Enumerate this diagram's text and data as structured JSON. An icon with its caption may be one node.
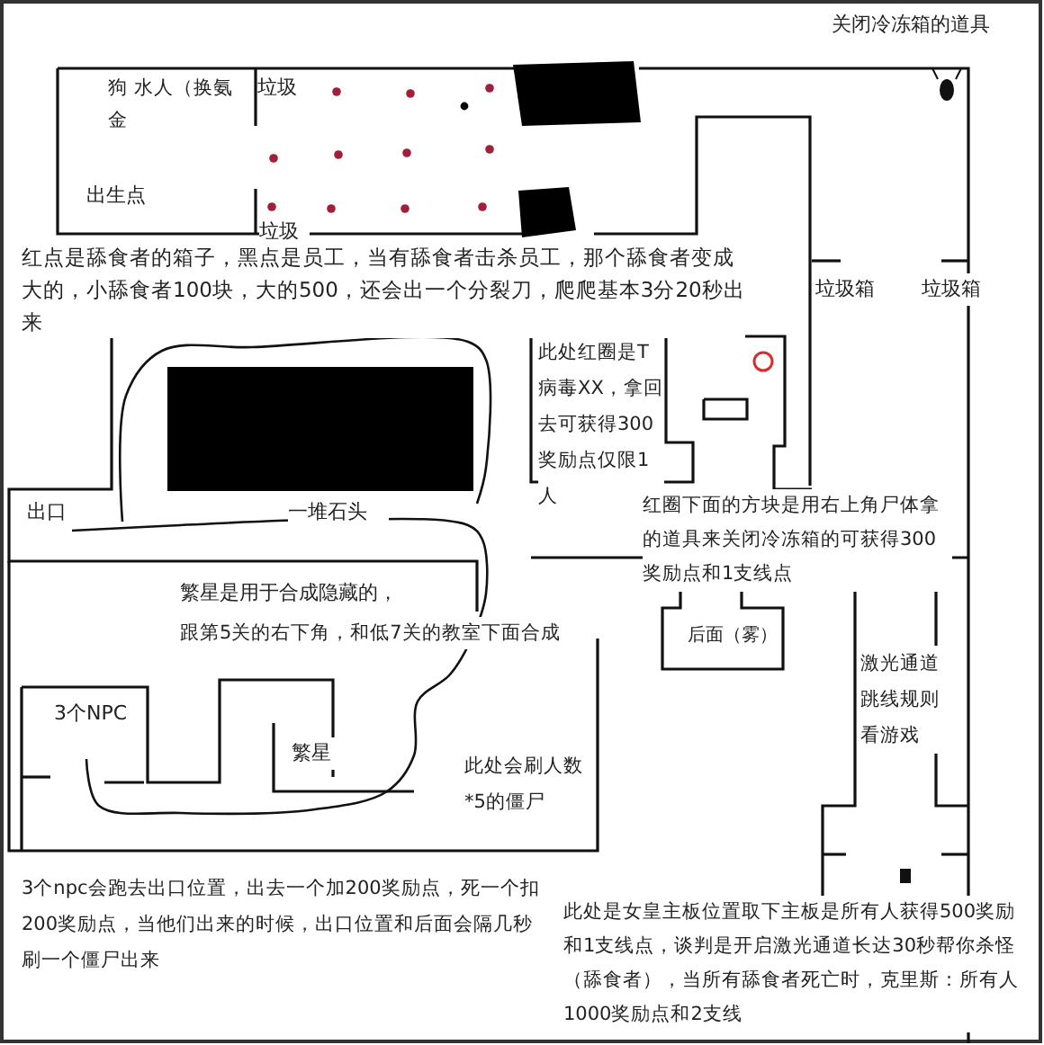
{
  "diagram": {
    "labels": [
      "关闭冷冻箱的道具",
      "狗 水人（换氨金",
      "垃圾",
      "出生点",
      "垃圾",
      "红点是舔食者的箱子，黑点是员工，当有舔食者击杀员工，那个舔食者变成大的，小舔食者100块，大的500，还会出一个分裂刀，爬爬基本3分20秒出来",
      "垃圾箱",
      "垃圾箱",
      "此处红圈是T病毒XX，拿回去可获得300奖励点仅限1人",
      "出口",
      "一堆石头",
      "红圈下面的方块是用右上角尸体拿的道具来关闭冷冻箱的可获得300奖励点和1支线点",
      "繁星是用于合成隐藏的，",
      "跟第5关的右下角，和低7关的教室下面合成",
      "后面（雾）",
      "激光通道跳线规则看游戏",
      "3个NPC",
      "繁星",
      "此处会刷人数*5的僵尸",
      "3个npc会跑去出口位置，出去一个加200奖励点，死一个扣200奖励点，当他们出来的时候，出口位置和后面会隔几秒刷一个僵尸出来",
      "此处是女皇主板位置取下主板是所有人获得500奖励和1支线点，谈判是开启激光通道长达30秒帮你杀怪（舔食者），当所有舔食者死亡时，克里斯：所有人1000奖励点和2支线"
    ]
  }
}
